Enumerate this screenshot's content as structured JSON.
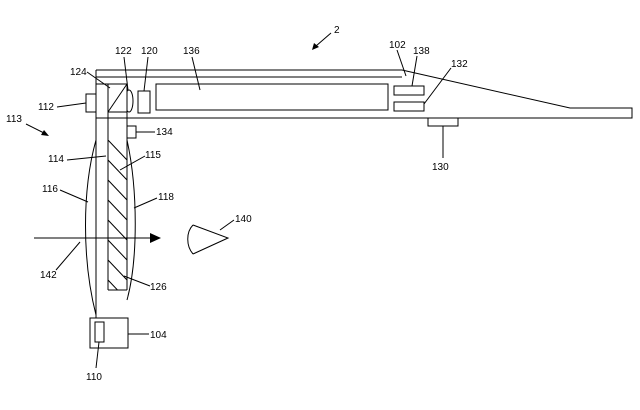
{
  "labels": {
    "l2": "2",
    "l102": "102",
    "l104": "104",
    "l110": "110",
    "l112": "112",
    "l113": "113",
    "l114": "114",
    "l115": "115",
    "l116": "116",
    "l118": "118",
    "l120": "120",
    "l122": "122",
    "l124": "124",
    "l126": "126",
    "l130": "130",
    "l132": "132",
    "l134": "134",
    "l136": "136",
    "l138": "138",
    "l140": "140",
    "l142": "142"
  }
}
